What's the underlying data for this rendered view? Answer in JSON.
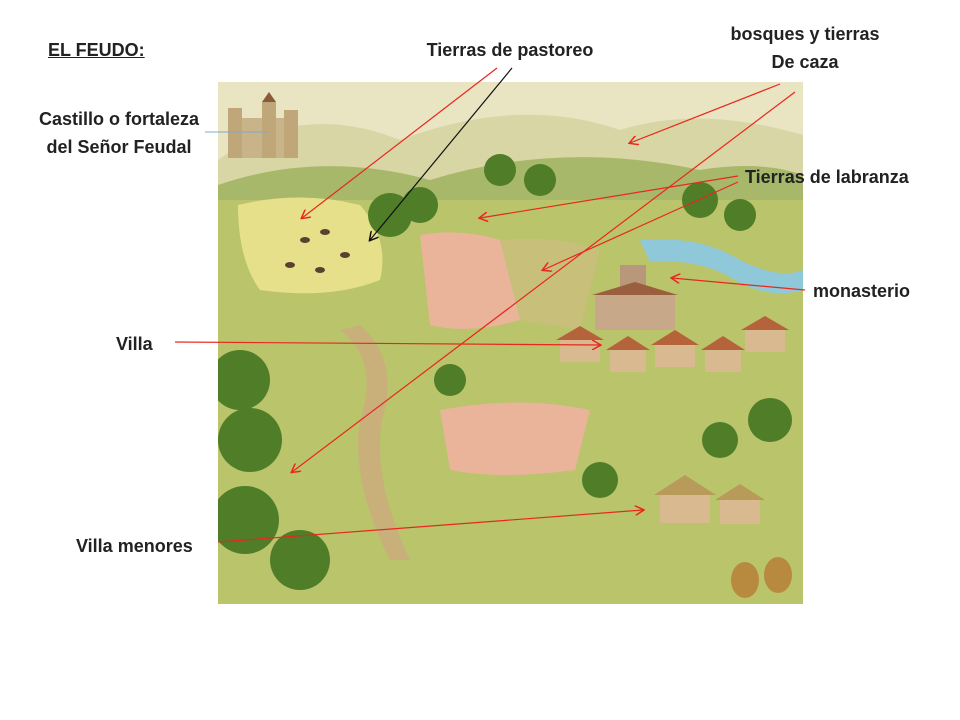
{
  "title": "EL FEUDO:",
  "labels": {
    "castillo": [
      "Castillo o fortaleza",
      "del Señor Feudal"
    ],
    "pastoreo": "Tierras de pastoreo",
    "bosques": [
      "bosques y tierras",
      "De caza"
    ],
    "labranza": "Tierras de labranza",
    "monasterio": "monasterio",
    "villa": "Villa",
    "villa_menores": "Villa menores"
  },
  "colors": {
    "arrow_red": "#e8281e",
    "arrow_black": "#111111",
    "field_green": "#c8d27a",
    "plowed_field": "#e9b49a",
    "river": "#8fc8d8",
    "forest": "#5b8a2f",
    "roof": "#b5633a"
  }
}
